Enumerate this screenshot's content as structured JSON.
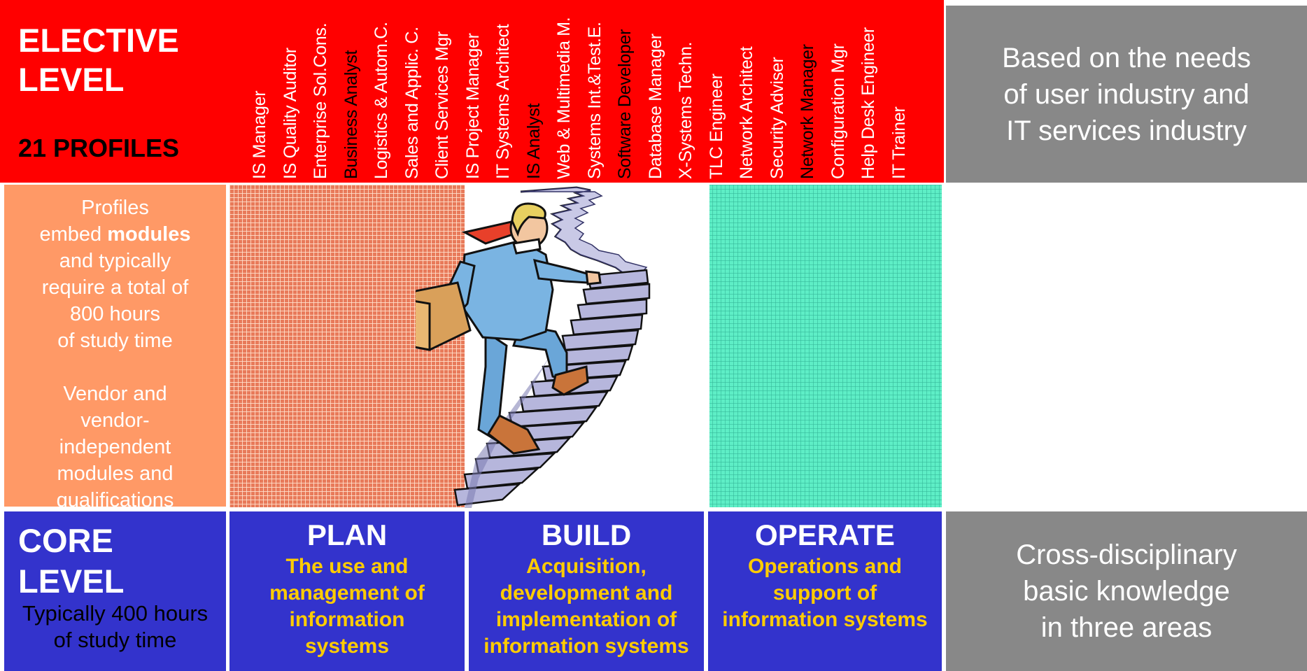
{
  "elective": {
    "title": "ELECTIVE\nLEVEL",
    "count": "21 PROFILES",
    "profiles": [
      {
        "label": "IS Manager",
        "color": "#ffffff"
      },
      {
        "label": "IS Quality Auditor",
        "color": "#ffffff"
      },
      {
        "label": "Enterprise Sol.Cons.",
        "color": "#ffffff"
      },
      {
        "label": "Business Analyst",
        "color": "#000000"
      },
      {
        "label": "Logistics & Autom.C.",
        "color": "#ffffff"
      },
      {
        "label": "Sales and Applic. C.",
        "color": "#ffffff"
      },
      {
        "label": "Client Services Mgr",
        "color": "#ffffff"
      },
      {
        "label": "IS Project Manager",
        "color": "#ffffff"
      },
      {
        "label": "IT Systems Architect",
        "color": "#ffffff"
      },
      {
        "label": "IS Analyst",
        "color": "#000000"
      },
      {
        "label": "Web & Multimedia M.",
        "color": "#ffffff"
      },
      {
        "label": "Systems Int.&Test.E.",
        "color": "#ffffff"
      },
      {
        "label": "Software Developer",
        "color": "#000000"
      },
      {
        "label": "Database Manager",
        "color": "#ffffff"
      },
      {
        "label": "X-Systems Techn.",
        "color": "#ffffff"
      },
      {
        "label": "TLC Engineer",
        "color": "#ffffff"
      },
      {
        "label": "Network Architect",
        "color": "#ffffff"
      },
      {
        "label": "Security Adviser",
        "color": "#ffffff"
      },
      {
        "label": "Network Manager",
        "color": "#000000"
      },
      {
        "label": "Configuration Mgr",
        "color": "#ffffff"
      },
      {
        "label": "Help Desk Engineer",
        "color": "#ffffff"
      },
      {
        "label": "IT Trainer",
        "color": "#ffffff"
      }
    ]
  },
  "needs": "Based on the needs\nof user industry and\nIT services industry",
  "profiles_box": {
    "pre": "Profiles",
    "embed_pre": "embed ",
    "embed_bold": "modules",
    "lines": [
      "and typically",
      "require a total of",
      "800 hours",
      "of study time"
    ],
    "vendor_lines": [
      "Vendor and",
      "vendor-",
      "independent",
      "modules and",
      "qualifications"
    ]
  },
  "core": {
    "title": "CORE\nLEVEL",
    "hours": "Typically 400 hours\nof study time"
  },
  "areas": {
    "plan": {
      "title": "PLAN",
      "desc": "The use and\nmanagement of\ninformation\nsystems"
    },
    "build": {
      "title": "BUILD",
      "desc": "Acquisition,\ndevelopment and\nimplementation of\ninformation systems"
    },
    "operate": {
      "title": "OPERATE",
      "desc": "Operations and\nsupport of\ninformation systems"
    }
  },
  "cross": "Cross-disciplinary\nbasic knowledge\nin three areas",
  "colors": {
    "elective_red": "#ff0000",
    "core_blue": "#3333cc",
    "grey": "#888888",
    "orange": "#ff9966",
    "accent_yellow": "#ffcc00",
    "teal_grid": "#5eeec6"
  },
  "illustration": "businessman-climbing-stairs"
}
